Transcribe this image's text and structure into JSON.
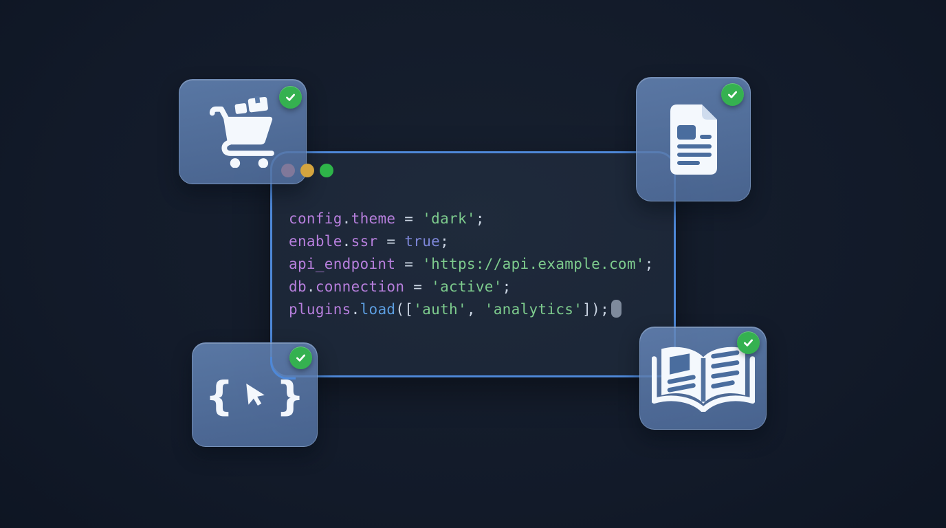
{
  "scene": {
    "description": "Illustration of a code configuration window connected to four feature tiles, each marked complete",
    "background_color": "#121a29",
    "connector_color": "#4e88d8"
  },
  "code_window": {
    "traffic_lights": [
      {
        "name": "dot-muted",
        "color": "rgba(138,123,155,0.85)"
      },
      {
        "name": "dot-amber",
        "color": "#d4a43e"
      },
      {
        "name": "dot-green",
        "color": "#2eb449"
      }
    ],
    "syntax_colors": {
      "ident": "#b77fdd",
      "punct": "#ccd6e4",
      "string": "#7dcb8d",
      "keyword": "#7d86d8",
      "func": "#5c9ee0",
      "cursor_bg": "#7e8a9c"
    },
    "code_lines": [
      {
        "tokens": [
          [
            "ident",
            "config"
          ],
          [
            "punct",
            "."
          ],
          [
            "ident",
            "theme"
          ],
          [
            "punct",
            " = "
          ],
          [
            "string",
            "'dark'"
          ],
          [
            "punct",
            ";"
          ]
        ]
      },
      {
        "tokens": [
          [
            "ident",
            "enable"
          ],
          [
            "punct",
            "."
          ],
          [
            "ident",
            "ssr"
          ],
          [
            "punct",
            " = "
          ],
          [
            "keyword",
            "true"
          ],
          [
            "punct",
            ";"
          ]
        ]
      },
      {
        "tokens": [
          [
            "ident",
            "api_endpoint"
          ],
          [
            "punct",
            " = "
          ],
          [
            "string",
            "'https://api.example.com'"
          ],
          [
            "punct",
            ";"
          ]
        ]
      },
      {
        "tokens": [
          [
            "ident",
            "db"
          ],
          [
            "punct",
            "."
          ],
          [
            "ident",
            "connection"
          ],
          [
            "punct",
            " = "
          ],
          [
            "string",
            "'active'"
          ],
          [
            "punct",
            ";"
          ]
        ]
      },
      {
        "tokens": [
          [
            "ident",
            "plugins"
          ],
          [
            "punct",
            "."
          ],
          [
            "func",
            "load"
          ],
          [
            "punct",
            "(["
          ],
          [
            "string",
            "'auth'"
          ],
          [
            "punct",
            ", "
          ],
          [
            "string",
            "'analytics'"
          ],
          [
            "punct",
            "])"
          ],
          [
            "punct",
            ";"
          ],
          [
            "cursor",
            ""
          ]
        ]
      }
    ]
  },
  "tiles": [
    {
      "id": "cart",
      "icon": "shopping-cart-icon",
      "status": "complete"
    },
    {
      "id": "doc",
      "icon": "document-icon",
      "status": "complete"
    },
    {
      "id": "braces",
      "icon": "code-braces-cursor-icon",
      "status": "complete"
    },
    {
      "id": "book",
      "icon": "open-book-icon",
      "status": "complete"
    }
  ],
  "badge": {
    "color": "#35b150",
    "icon": "check-icon"
  },
  "braces_glyphs": {
    "open": "{",
    "close": "}"
  }
}
